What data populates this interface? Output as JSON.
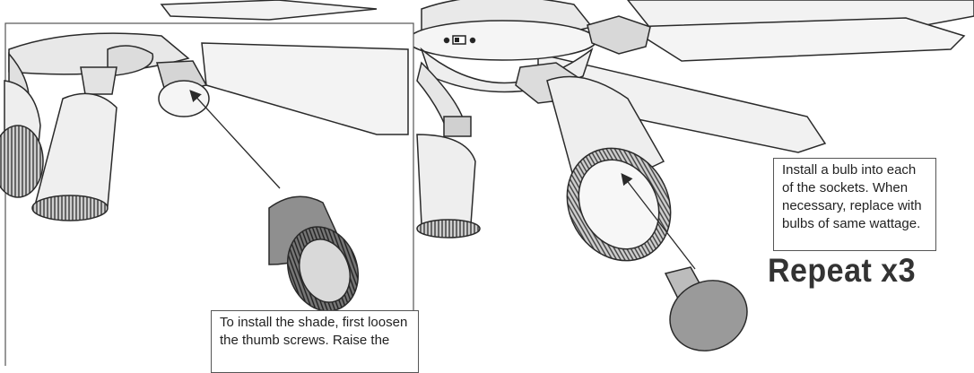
{
  "callouts": {
    "bulb": {
      "lines": [
        "Install a bulb into each",
        "of the sockets. When",
        "necessary, replace with",
        "bulbs of same wattage."
      ]
    },
    "shade": {
      "lines": [
        "To install the shade, first loosen",
        "the thumb screws. Raise the"
      ]
    }
  },
  "repeat_label": "Repeat x3",
  "colors": {
    "line": "#2a2a2a",
    "light_gray": "#e6e6e6",
    "mid_gray": "#bdbdbd",
    "shade_dark": "#8a8a8a",
    "bulb": "#9a9a9a"
  },
  "icons": [
    "light-switch-icon",
    "arrow-icon"
  ]
}
